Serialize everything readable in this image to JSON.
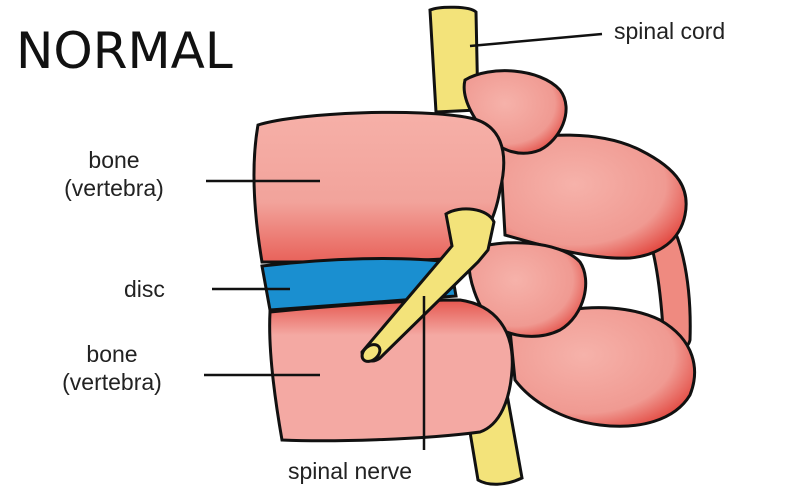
{
  "title": "NORMAL",
  "labels": {
    "spinal_cord": "spinal cord",
    "bone_upper_1": "bone",
    "bone_upper_2": "(vertebra)",
    "disc": "disc",
    "bone_lower_1": "bone",
    "bone_lower_2": "(vertebra)",
    "spinal_nerve": "spinal nerve"
  },
  "colors": {
    "bone_fill": "#f4a9a3",
    "bone_shadow": "#e8524a",
    "disc": "#1a8fd0",
    "nerve": "#f3e37a",
    "outline": "#111111",
    "leader_line": "#111111"
  }
}
